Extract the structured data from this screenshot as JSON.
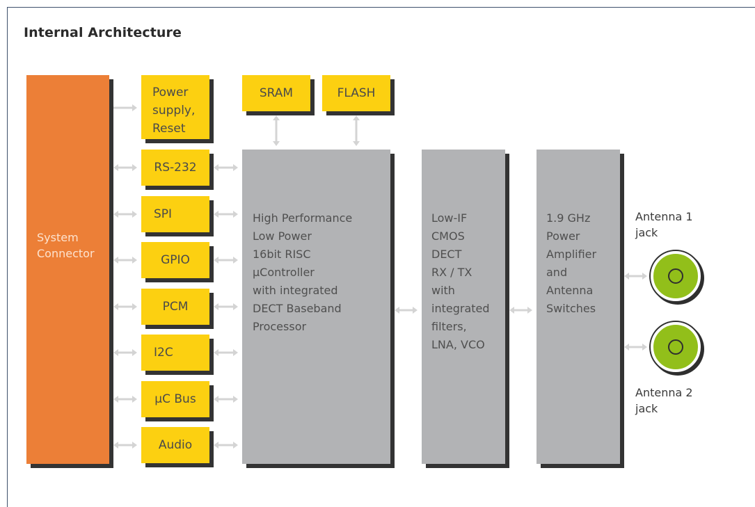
{
  "title": "Internal Architecture",
  "blocks": {
    "system_connector": [
      "System",
      "Connector"
    ],
    "power_supply": [
      "Power",
      "supply,",
      "Reset"
    ],
    "rs232": "RS-232",
    "spi": "SPI",
    "gpio": "GPIO",
    "pcm": "PCM",
    "i2c": "I2C",
    "uc_bus": "µC Bus",
    "audio": "Audio",
    "sram": "SRAM",
    "flash": "FLASH",
    "controller": [
      "High Performance",
      "Low Power",
      "16bit RISC",
      "µController",
      "with integrated",
      "DECT Baseband",
      "Processor"
    ],
    "transceiver": [
      "Low-IF",
      "CMOS",
      "DECT",
      "RX / TX",
      "with",
      "integrated",
      "filters,",
      "LNA, VCO"
    ],
    "amplifier": [
      "1.9 GHz",
      "Power",
      "Amplifier",
      "and",
      "Antenna",
      "Switches"
    ]
  },
  "antennas": {
    "antenna1": [
      "Antenna 1",
      "jack"
    ],
    "antenna2": [
      "Antenna 2",
      "jack"
    ]
  },
  "colors": {
    "connector": "#ec7f37",
    "interface_blocks": "#fcd011",
    "processing_blocks": "#b2b3b5",
    "antenna_jack": "#92bf1a",
    "arrows": "#d4d4d4"
  }
}
